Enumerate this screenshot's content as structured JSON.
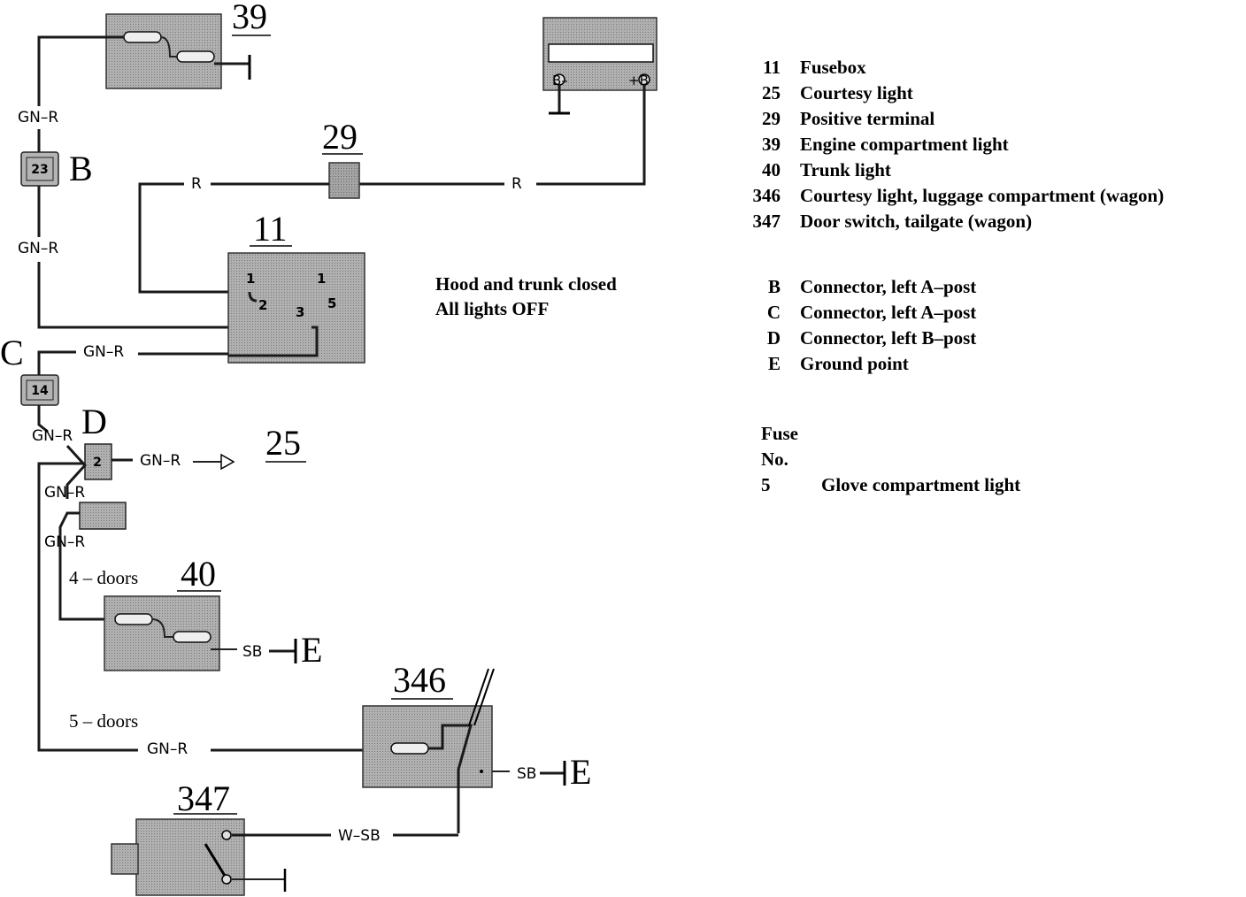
{
  "components": {
    "engine_light": "39",
    "positive_terminal": "29",
    "fusebox": "11",
    "courtesy_light": "25",
    "trunk_light": "40",
    "luggage_light": "346",
    "tailgate_switch": "347"
  },
  "connectors": {
    "b_letter": "B",
    "b_pin": "23",
    "c_letter": "C",
    "c_pin": "14",
    "d_letter": "D",
    "d_pin": "2",
    "e_letter_1": "E",
    "e_letter_2": "E"
  },
  "fusebox_pins": {
    "p1_left": "1",
    "p1_right": "1",
    "p2": "2",
    "p3": "3",
    "p5": "5"
  },
  "battery": {
    "neg": "B–",
    "pos": "+B"
  },
  "wire_labels": {
    "gnr_1": "GN–R",
    "gnr_2": "GN–R",
    "r_1": "R",
    "r_2": "R",
    "gnr_c": "GN–R",
    "gnr_d": "GN–R",
    "gnr_to25": "GN–R",
    "gnr_4": "GN–R",
    "gnr_5": "GN–R",
    "gnr_346": "GN–R",
    "sb_40": "SB",
    "sb_346": "SB",
    "wsb": "W–SB"
  },
  "variants": {
    "four_doors": "4 – doors",
    "five_doors": "5 – doors"
  },
  "status": {
    "line1": "Hood and trunk closed",
    "line2": "All lights OFF"
  },
  "legend_components": [
    {
      "num": "11",
      "label": "Fusebox"
    },
    {
      "num": "25",
      "label": "Courtesy light"
    },
    {
      "num": "29",
      "label": "Positive terminal"
    },
    {
      "num": "39",
      "label": "Engine compartment light"
    },
    {
      "num": "40",
      "label": "Trunk light"
    },
    {
      "num": "346",
      "label": "Courtesy light, luggage compartment (wagon)"
    },
    {
      "num": "347",
      "label": "Door switch, tailgate (wagon)"
    }
  ],
  "legend_connectors": [
    {
      "num": "B",
      "label": "Connector, left A–post"
    },
    {
      "num": "C",
      "label": "Connector, left A–post"
    },
    {
      "num": "D",
      "label": "Connector, left B–post"
    },
    {
      "num": "E",
      "label": "Ground point"
    }
  ],
  "fuse_legend": {
    "header1": "Fuse",
    "header2": "No.",
    "rows": [
      {
        "num": "5",
        "label": "Glove compartment light"
      }
    ]
  }
}
